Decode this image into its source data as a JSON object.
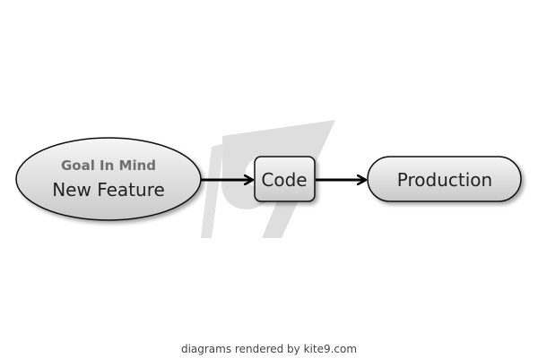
{
  "nodes": {
    "goal": {
      "title": "Goal In Mind",
      "label": "New Feature"
    },
    "code": {
      "label": "Code"
    },
    "production": {
      "label": "Production"
    }
  },
  "edges": [
    {
      "from": "goal",
      "to": "code"
    },
    {
      "from": "code",
      "to": "production"
    }
  ],
  "footer": {
    "text": "diagrams rendered by kite9.com"
  },
  "watermark": {
    "description": "kite9 logo"
  },
  "colors": {
    "node_fill_light": "#f4f4f4",
    "node_fill_dark": "#c8c8c8",
    "node_stroke": "#111111",
    "edge": "#000000",
    "watermark": "#dcdcdc"
  }
}
